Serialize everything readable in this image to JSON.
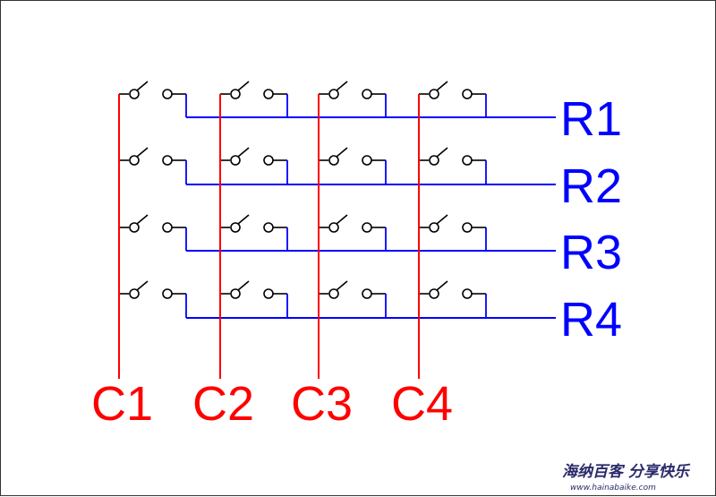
{
  "diagram": {
    "row_labels": [
      "R1",
      "R2",
      "R3",
      "R4"
    ],
    "column_labels": [
      "C1",
      "C2",
      "C3",
      "C4"
    ],
    "rows": 4,
    "columns": 4,
    "colors": {
      "row_lines": "#0000ff",
      "column_lines": "#ff0000",
      "switch": "#000000",
      "watermark": "#2a2a6a"
    }
  },
  "watermark": {
    "text": "海纳百客 分享快乐",
    "url": "www.hainabaike.com"
  }
}
